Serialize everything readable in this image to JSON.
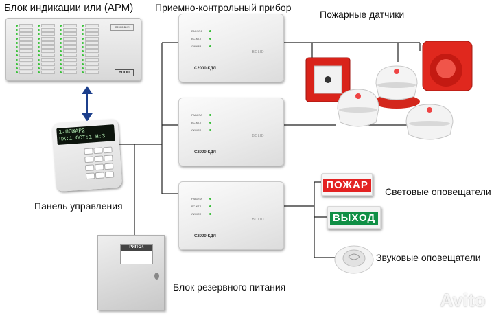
{
  "labels": {
    "indication_block": "Блок индикации или (АРМ)",
    "control_device": "Приемно-контрольный прибор",
    "fire_sensors": "Пожарные датчики",
    "control_panel": "Панель управления",
    "light_alarms": "Световые оповещатели",
    "sound_alarms": "Звуковые оповещатели",
    "backup_power": "Блок резервного питания"
  },
  "controllers": [
    {
      "model": "С2000-КДЛ",
      "brand": "BOLID",
      "leds": [
        "РАБОТА",
        "ВС-КТЛ",
        "ЛИНИЯ"
      ]
    },
    {
      "model": "С2000-КДЛ",
      "brand": "BOLID",
      "leds": [
        "РАБОТА",
        "ВС-КТЛ",
        "ЛИНИЯ"
      ]
    },
    {
      "model": "С2000-КДЛ",
      "brand": "BOLID",
      "leds": [
        "РАБОТА",
        "ВС-КТЛ",
        "ЛИНИЯ"
      ]
    }
  ],
  "indication_device": {
    "screen": "С2000-БКИ",
    "logo": "BOLID"
  },
  "keypad": {
    "line1": "1-ПОЖАР2",
    "line2": "ПЖ:1 ОСТ:1 Н:3"
  },
  "psu": {
    "title": "РИП-24"
  },
  "signs": {
    "fire": "ПОЖАР",
    "exit": "ВЫХОД"
  },
  "watermark": "Avito",
  "colors": {
    "led_green": "#3bbf3b",
    "fire_red": "#e32222",
    "exit_green": "#0f8f45",
    "line": "#222222"
  }
}
